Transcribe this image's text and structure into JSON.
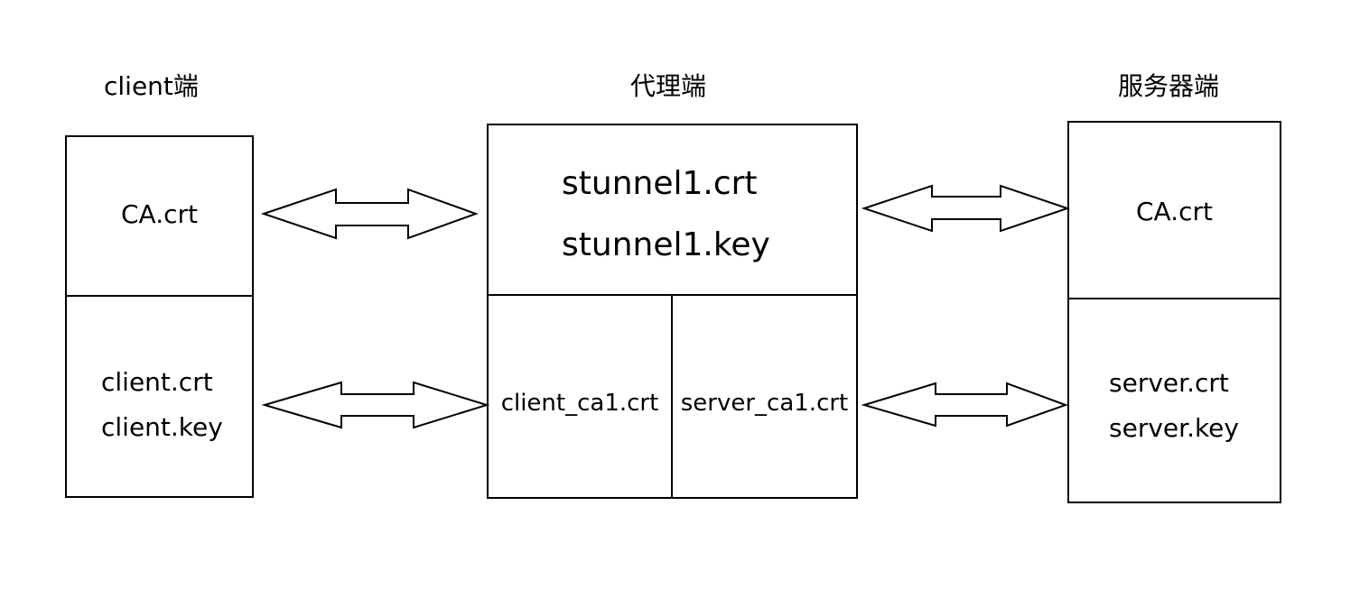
{
  "client": {
    "title": "client端",
    "top_item": "CA.crt",
    "bottom_items": [
      "client.crt",
      "client.key"
    ]
  },
  "proxy": {
    "title": "代理端",
    "top_items": [
      "stunnel1.crt",
      "stunnel1.key"
    ],
    "bottom_left": "client_ca1.crt",
    "bottom_right": "server_ca1.crt"
  },
  "server": {
    "title": "服务器端",
    "top_item": "CA.crt",
    "bottom_items": [
      "server.crt",
      "server.key"
    ]
  },
  "colors": {
    "stroke": "#000000",
    "fill": "#ffffff"
  }
}
